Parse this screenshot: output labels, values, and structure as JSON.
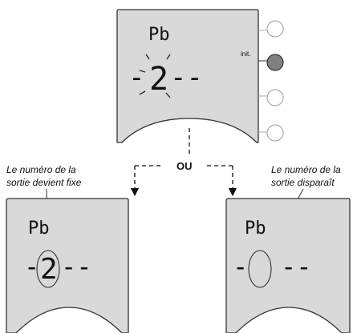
{
  "top_display": {
    "label": "Pb",
    "digit": "2",
    "dashes": "--",
    "leading_dash": "-"
  },
  "buttons": {
    "init_label": "init."
  },
  "or_label": "OU",
  "left_display": {
    "callout": [
      "Le numéro de la",
      "sortie devient fixe"
    ],
    "label": "Pb",
    "digit": "2",
    "leading_dash": "-",
    "dashes": "--"
  },
  "right_display": {
    "callout": [
      "Le numéro de la",
      "sortie disparaît"
    ],
    "label": "Pb",
    "leading_dash": "-",
    "dashes": "--"
  },
  "colors": {
    "lcd_bg": "#d9d9d9",
    "outline": "#333333",
    "init_button": "#808080",
    "button_ring": "#aaaaaa"
  }
}
